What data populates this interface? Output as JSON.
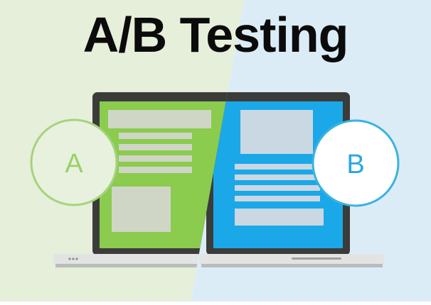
{
  "title": "A/B Testing",
  "variant_a": {
    "label": "A",
    "screen_color": "#8bcb4e",
    "circle_color": "#a7d27d"
  },
  "variant_b": {
    "label": "B",
    "screen_color": "#1ba8e8",
    "circle_color": "#3ab3df"
  },
  "background": {
    "left": "#e5efd9",
    "right": "#dcecf7"
  }
}
